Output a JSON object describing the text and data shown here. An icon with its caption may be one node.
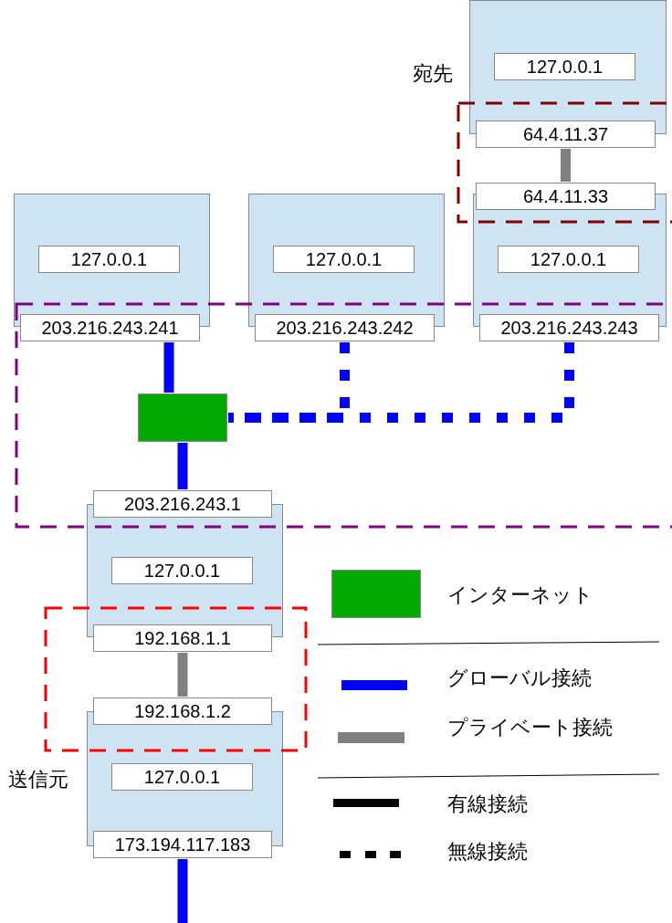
{
  "diagram": {
    "nodes": [
      {
        "text": [],
        "shape": "box",
        "beside": [
          "宛先"
        ]
      },
      {
        "text": [
          "127.0.0.1"
        ],
        "in": 0
      },
      {
        "text": [
          "64.4.11.37"
        ]
      },
      {
        "text": [
          "64.4.11.33"
        ]
      },
      {
        "text": [],
        "shape": "box"
      },
      {
        "text": [
          "127.0.0.1"
        ],
        "in": 4
      },
      {
        "text": [],
        "shape": "box"
      },
      {
        "text": [
          "127.0.0.1"
        ],
        "in": 6
      },
      {
        "text": [],
        "shape": "box"
      },
      {
        "text": [
          "127.0.0.1"
        ],
        "in": 8
      },
      {
        "text": [
          "203.216.243.241"
        ]
      },
      {
        "text": [
          "203.216.243.242"
        ]
      },
      {
        "text": [
          "203.216.243.243"
        ]
      },
      {
        "text": [],
        "shape": "box"
      },
      {
        "text": [
          "203.216.243.1"
        ]
      },
      {
        "text": [],
        "shape": "box"
      },
      {
        "text": [
          "127.0.0.1"
        ],
        "in": 15
      },
      {
        "text": [
          "192.168.1.1"
        ]
      },
      {
        "text": [
          "192.168.1.2"
        ]
      },
      {
        "text": [],
        "shape": "box",
        "beside": [
          "送信元"
        ]
      },
      {
        "text": [
          "127.0.0.1"
        ],
        "in": 19
      },
      {
        "text": [
          "173.194.117.183"
        ]
      }
    ],
    "edges": [
      {
        "from": 2,
        "to": 3,
        "arrow": "none",
        "color": "#808080"
      },
      {
        "from": 10,
        "to": 13,
        "arrow": "none",
        "color": "#0000ff"
      },
      {
        "from": 11,
        "to": 13,
        "arrow": "none",
        "style": "dashed",
        "color": "#0000ff"
      },
      {
        "from": 12,
        "to": 13,
        "arrow": "none",
        "style": "dashed",
        "color": "#0000ff"
      },
      {
        "from": 13,
        "to": 14,
        "arrow": "none",
        "color": "#0000ff"
      },
      {
        "from": 17,
        "to": 18,
        "arrow": "none",
        "color": "#808080"
      },
      {
        "from": 21,
        "to": null,
        "arrow": "none",
        "color": "#0000ff"
      }
    ],
    "legend": [
      {
        "text": "インターネット",
        "color": "#00aa00"
      },
      {
        "text": "グローバル接続",
        "color": "#0000ff"
      },
      {
        "text": "プライベート接続",
        "color": "#808080"
      },
      {
        "text": "有線接続"
      },
      {
        "text": "無線接続"
      }
    ]
  }
}
